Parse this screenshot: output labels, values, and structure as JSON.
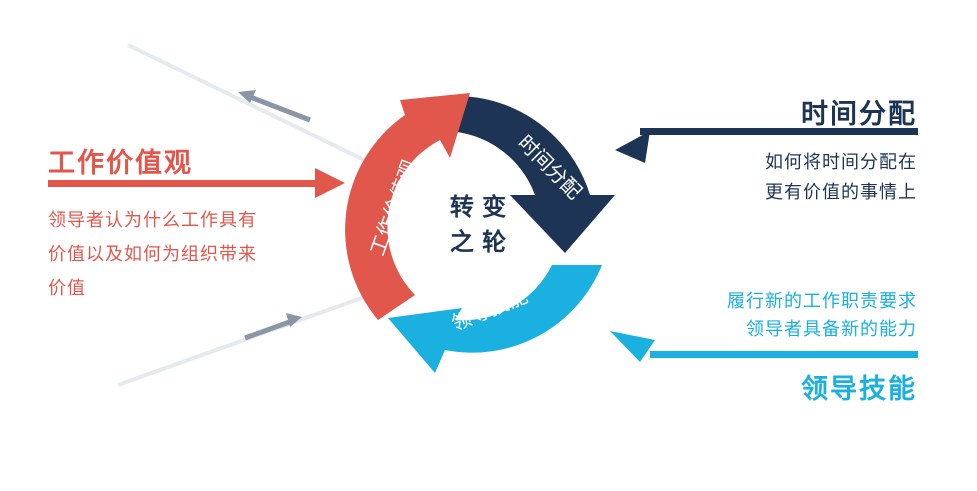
{
  "center": {
    "line1": "转 变",
    "line2": "之 轮"
  },
  "segments": {
    "values": "工作价值观",
    "time": "时间分配",
    "skills": "领导技能"
  },
  "left": {
    "title": "工作价值观",
    "desc": [
      "领导者认为什么工作具有",
      "价值以及如何为组织带来",
      "价值"
    ]
  },
  "right_top": {
    "title": "时间分配",
    "desc": [
      "如何将时间分配在",
      "更有价值的事情上"
    ]
  },
  "right_bottom": {
    "desc": [
      "履行新的工作职责要求",
      "领导者具备新的能力"
    ],
    "title": "领导技能"
  },
  "colors": {
    "red": "#e2574c",
    "navy": "#1d3455",
    "cyan": "#1ab0e0",
    "gray": "#dfe3e8",
    "steel": "#8a96a6"
  }
}
